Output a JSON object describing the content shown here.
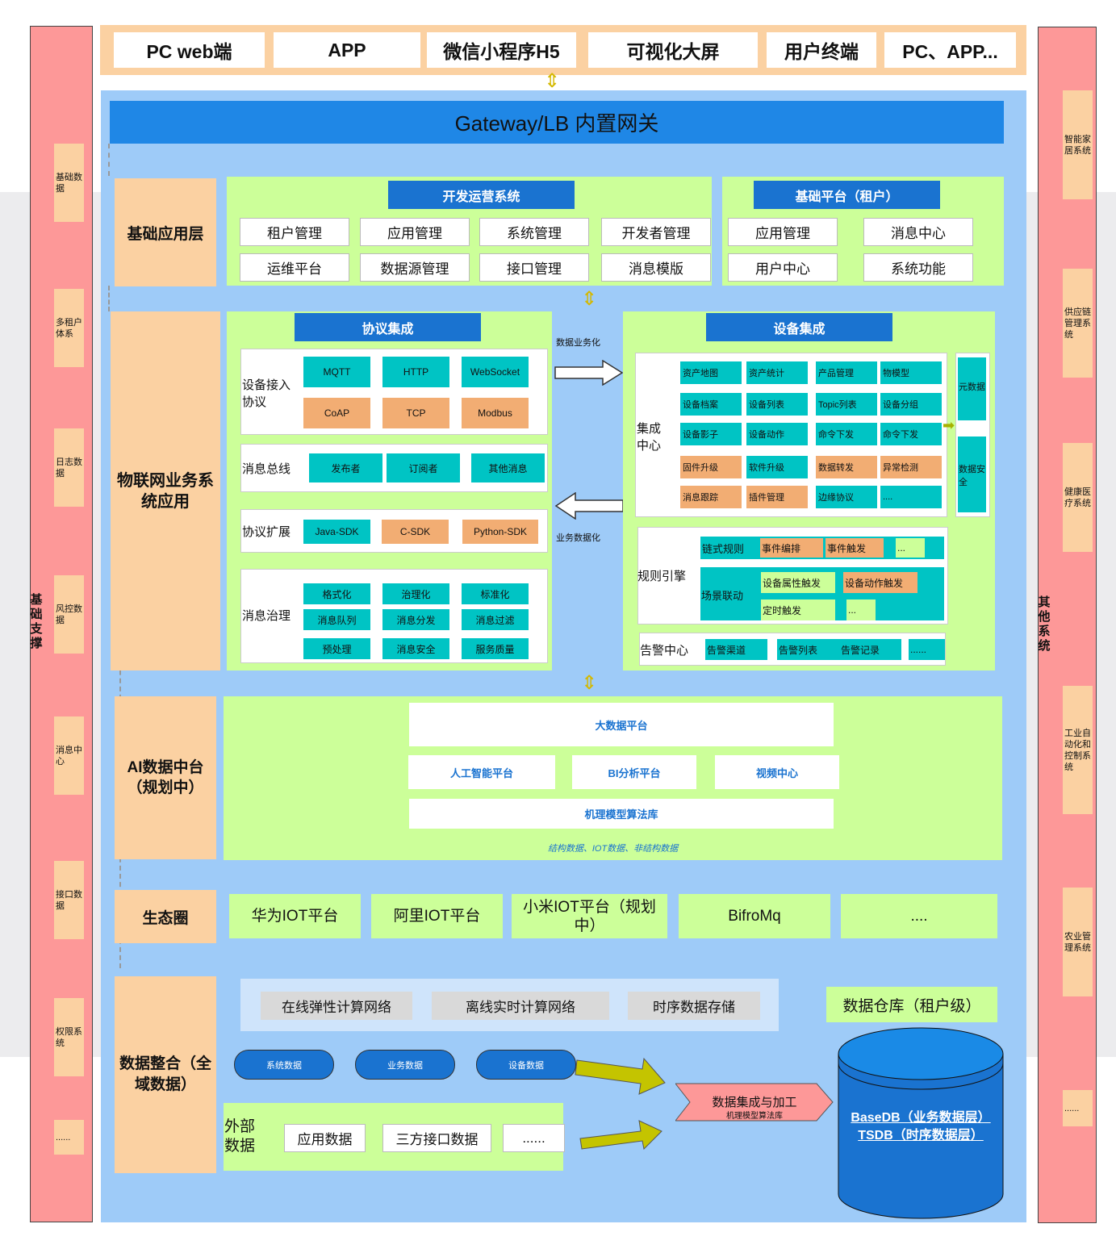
{
  "clients": [
    "PC web端",
    "APP",
    "微信小程序H5",
    "可视化大屏",
    "用户终端",
    "PC、APP..."
  ],
  "gateway": "Gateway/LB 内置网关",
  "left_support": {
    "title": "基础支撑",
    "items": [
      "基础数据",
      "多租户体系",
      "日志数据",
      "风控数据",
      "消息中心",
      "接口数据",
      "权限系统",
      "......"
    ]
  },
  "right_other": {
    "title": "其他系统",
    "items": [
      "智能家居系统",
      "供应链管理系统",
      "健康医疗系统",
      "工业自动化和控制系统",
      "农业管理系统",
      "......"
    ]
  },
  "layer_basic": {
    "label": "基础应用层",
    "dev_ops": {
      "title": "开发运营系统",
      "items": [
        "租户管理",
        "应用管理",
        "系统管理",
        "开发者管理",
        "运维平台",
        "数据源管理",
        "接口管理",
        "消息模版"
      ]
    },
    "base_platform": {
      "title": "基础平台（租户）",
      "items": [
        "应用管理",
        "消息中心",
        "用户中心",
        "系统功能"
      ]
    }
  },
  "layer_iot": {
    "label": "物联网业务系统应用",
    "protocol": {
      "title": "协议集成",
      "access": {
        "label": "设备接入协议",
        "items_top": [
          "MQTT",
          "HTTP",
          "WebSocket"
        ],
        "items_bottom": [
          "CoAP",
          "TCP",
          "Modbus"
        ]
      },
      "bus": {
        "label": "消息总线",
        "items": [
          "发布者",
          "订阅者",
          "其他消息"
        ]
      },
      "ext": {
        "label": "协议扩展",
        "items": [
          "Java-SDK",
          "C-SDK",
          "Python-SDK"
        ]
      },
      "gov": {
        "label": "消息治理",
        "items": [
          "格式化",
          "治理化",
          "标准化",
          "消息队列",
          "消息分发",
          "消息过滤",
          "预处理",
          "消息安全",
          "服务质量"
        ]
      }
    },
    "arrow_right_label": "数据业务化",
    "arrow_left_label": "业务数据化",
    "device": {
      "title": "设备集成",
      "center_label": "集成中心",
      "center_items": [
        "资产地图",
        "资产统计",
        "产品管理",
        "物模型",
        "设备档案",
        "设备列表",
        "Topic列表",
        "设备分组",
        "设备影子",
        "设备动作",
        "命令下发",
        "命令下发",
        "固件升级",
        "软件升级",
        "数据转发",
        "异常检测",
        "消息跟踪",
        "插件管理",
        "边缘协议",
        "...."
      ],
      "meta": "元数据",
      "security": "数据安全",
      "rule_label": "规则引擎",
      "rule_chain": [
        "链式规则",
        "事件编排",
        "事件触发",
        "..."
      ],
      "scene_label": "场景联动",
      "scene_items": [
        "设备属性触发",
        "设备动作触发",
        "定时触发",
        "..."
      ],
      "alarm_label": "告警中心",
      "alarm_items": [
        "告警渠道",
        "告警列表",
        "告警记录",
        "......"
      ]
    }
  },
  "layer_ai": {
    "label": "AI数据中台（规划中）",
    "bigdata": "大数据平台",
    "ai": "人工智能平台",
    "bi": "BI分析平台",
    "video": "视频中心",
    "algo": "机理模型算法库",
    "note": "结构数据、IOT数据、非结构数据"
  },
  "layer_eco": {
    "label": "生态圈",
    "items": [
      "华为IOT平台",
      "阿里IOT平台",
      "小米IOT平台（规划中）",
      "BifroMq",
      "...."
    ]
  },
  "layer_data": {
    "label": "数据整合（全域数据）",
    "compute": [
      "在线弹性计算网络",
      "离线实时计算网络",
      "时序数据存储"
    ],
    "warehouse": "数据仓库（租户级）",
    "sources": [
      "系统数据",
      "业务数据",
      "设备数据"
    ],
    "external_label": "外部数据",
    "external_items": [
      "应用数据",
      "三方接口数据",
      "......"
    ],
    "process_title": "数据集成与加工",
    "process_sub": "机理模型算法库",
    "db_line1": "BaseDB（业务数据层）",
    "db_line2": "TSDB（时序数据层）"
  }
}
